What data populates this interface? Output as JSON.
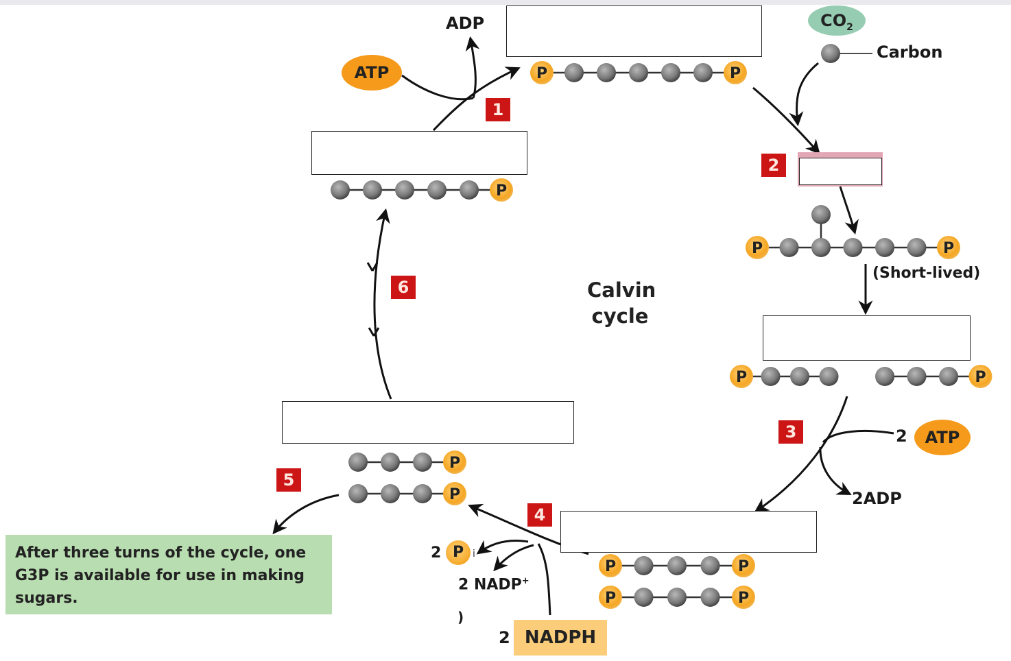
{
  "diagram": {
    "title": "Calvin cycle",
    "center_label": [
      "Calvin",
      "cycle"
    ],
    "colors": {
      "step_badge": "#cc1616",
      "atp": "#f59a1b",
      "co2": "#96cdb2",
      "nadph": "#fbcd7b",
      "note_bg": "#b8ddb0",
      "phosphate": "#f7b53a",
      "carbon": "#808080",
      "highlight_border": "#d99aaa"
    },
    "steps": [
      "1",
      "2",
      "3",
      "4",
      "5",
      "6"
    ],
    "labels": {
      "adp_top": "ADP",
      "atp_top": "ATP",
      "co2": "CO",
      "co2_sub": "2",
      "carbon": "Carbon",
      "short_lived": "(Short-lived)",
      "two": "2",
      "atp_right": "ATP",
      "two_adp": "2ADP",
      "two_pi_num": "2",
      "pi_p": "P",
      "pi_i": "i",
      "nadp": "2 NADP",
      "nadp_sup": "+",
      "nadph_num": "2",
      "nadph": "NADPH",
      "paren": ")"
    },
    "note": "After three turns of the cycle, one G3P is available for use in making sugars.",
    "answer_boxes": [
      {
        "id": "box-rubp",
        "value": ""
      },
      {
        "id": "box-rubisco",
        "value": ""
      },
      {
        "id": "box-3pga",
        "value": ""
      },
      {
        "id": "box-bpg",
        "value": ""
      },
      {
        "id": "box-g3p",
        "value": ""
      },
      {
        "id": "box-ru5p",
        "value": ""
      }
    ],
    "molecules": {
      "rubp": "P-C-C-C-C-C-P",
      "intermediate": "P-C-C(C)-C-C-C-P",
      "three_pga": [
        "P-C-C-C",
        "C-C-C-P"
      ],
      "bpg": [
        "P-C-C-C-P",
        "P-C-C-C-P"
      ],
      "g3p": [
        "C-C-C-P",
        "C-C-C-P"
      ],
      "ru5p": "C-C-C-C-C-P"
    },
    "phosphate_symbol": "P"
  }
}
